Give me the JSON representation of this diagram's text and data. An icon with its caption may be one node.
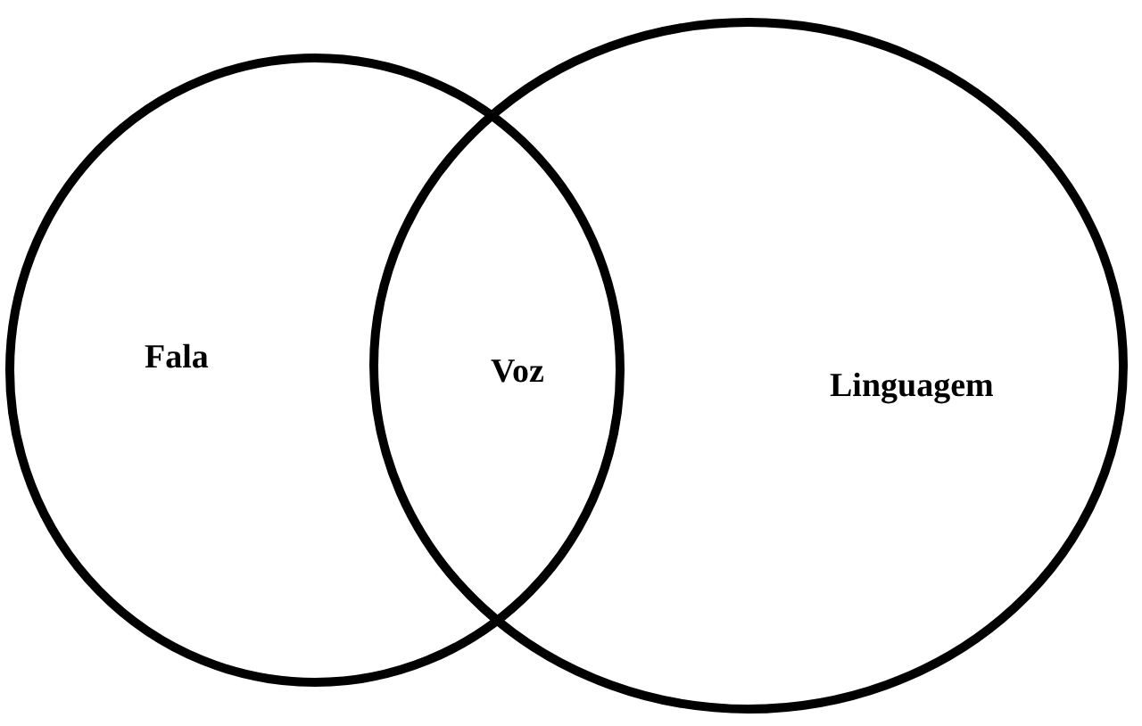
{
  "diagram": {
    "nodes": [
      {
        "text": [
          "Fala"
        ]
      },
      {
        "text": [
          "Linguagem"
        ]
      }
    ],
    "labels": [
      "Voz"
    ]
  }
}
